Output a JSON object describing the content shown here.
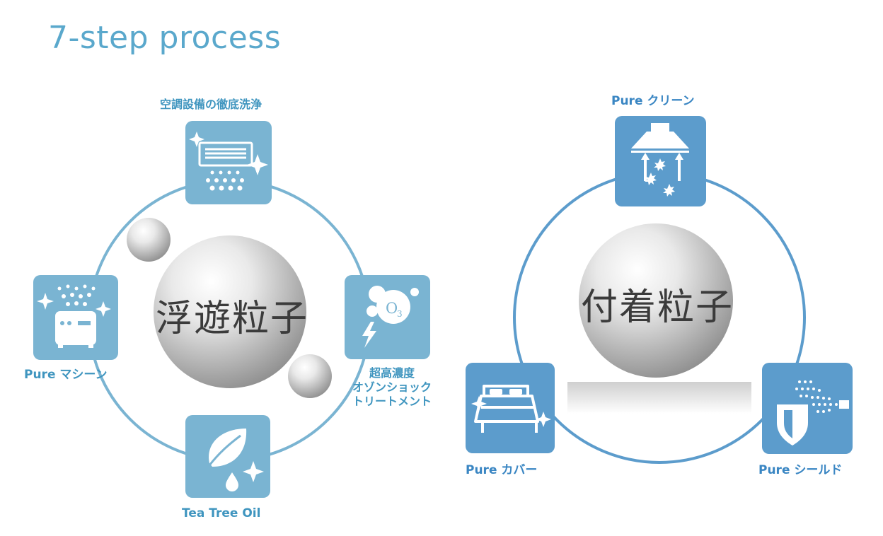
{
  "title": "7-step process",
  "colors": {
    "left_accent": "#7ab4d2",
    "right_accent": "#5c9ccc"
  },
  "left": {
    "center_label": "浮遊粒子",
    "items": [
      {
        "label": "空調設備の徹底洗浄",
        "icon": "aircon-clean-icon"
      },
      {
        "label": "超高濃度\nオゾンショック\nトリートメント",
        "icon": "ozone-icon"
      },
      {
        "label": "Tea Tree Oil",
        "icon": "leaf-drop-icon"
      },
      {
        "label": "Pure マシーン",
        "icon": "purifier-machine-icon"
      }
    ]
  },
  "right": {
    "center_label": "付着粒子",
    "items": [
      {
        "label": "Pure クリーン",
        "icon": "hood-clean-icon"
      },
      {
        "label": "Pure カバー",
        "icon": "bed-cover-icon"
      },
      {
        "label": "Pure シールド",
        "icon": "spray-shield-icon"
      }
    ]
  }
}
